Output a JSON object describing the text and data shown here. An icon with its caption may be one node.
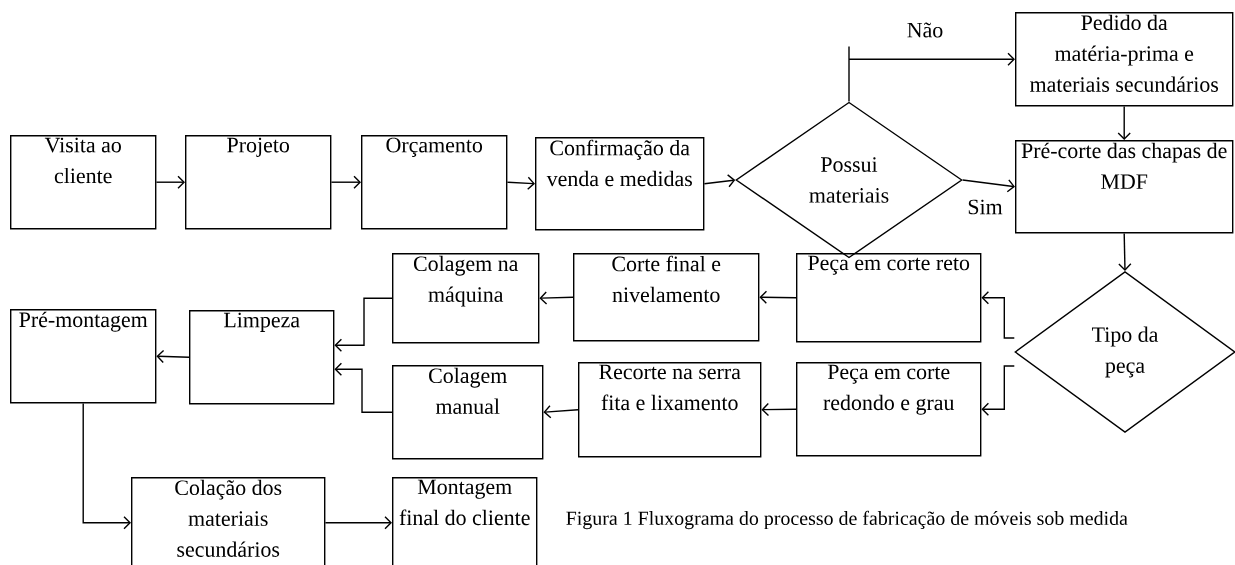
{
  "diagram": {
    "caption": "Figura 1 Fluxograma do processo de fabricação de móveis sob medida",
    "nodes": [
      {
        "text": [
          "Visita ao cliente"
        ]
      },
      {
        "text": [
          "Projeto"
        ]
      },
      {
        "text": [
          "Orçamento"
        ]
      },
      {
        "text": [
          "Confirmação da venda e medidas"
        ]
      },
      {
        "text": [
          "Possui materiais"
        ]
      },
      {
        "text": [
          "Pedido da matéria-prima e materiais secundários"
        ]
      },
      {
        "text": [
          "Pré-corte das chapas de MDF"
        ]
      },
      {
        "text": [
          "Tipo da peça"
        ]
      },
      {
        "text": [
          "Peça em corte reto"
        ]
      },
      {
        "text": [
          "Corte final e nivelamento"
        ]
      },
      {
        "text": [
          "Colagem na máquina"
        ]
      },
      {
        "text": [
          "Peça em corte redondo e grau"
        ]
      },
      {
        "text": [
          "Recorte na serra fita e lixamento"
        ]
      },
      {
        "text": [
          "Colagem manual"
        ]
      },
      {
        "text": [
          "Limpeza"
        ]
      },
      {
        "text": [
          "Pré-montagem"
        ]
      },
      {
        "text": [
          "Colação dos materiais secundários"
        ]
      },
      {
        "text": [
          "Montagem final do cliente"
        ]
      }
    ],
    "edges": [
      {
        "from": 0,
        "to": 1,
        "arrow": "to"
      },
      {
        "from": 1,
        "to": 2,
        "arrow": "to"
      },
      {
        "from": 2,
        "to": 3,
        "arrow": "to"
      },
      {
        "from": 3,
        "to": 4,
        "arrow": "to"
      },
      {
        "from": 4,
        "to": 5,
        "arrow": "to",
        "label": "Não"
      },
      {
        "from": 4,
        "to": 6,
        "arrow": "to",
        "label": "Sim"
      },
      {
        "from": 5,
        "to": 6,
        "arrow": "to"
      },
      {
        "from": 6,
        "to": 7,
        "arrow": "to"
      },
      {
        "from": 7,
        "to": 8,
        "arrow": "to"
      },
      {
        "from": 7,
        "to": 11,
        "arrow": "to"
      },
      {
        "from": 8,
        "to": 9,
        "arrow": "to"
      },
      {
        "from": 9,
        "to": 10,
        "arrow": "to"
      },
      {
        "from": 11,
        "to": 12,
        "arrow": "to"
      },
      {
        "from": 12,
        "to": 13,
        "arrow": "to"
      },
      {
        "from": 10,
        "to": 14,
        "arrow": "to"
      },
      {
        "from": 13,
        "to": 14,
        "arrow": "to"
      },
      {
        "from": 14,
        "to": 15,
        "arrow": "to"
      },
      {
        "from": 15,
        "to": 16,
        "arrow": "to"
      },
      {
        "from": 16,
        "to": 17,
        "arrow": "to"
      }
    ]
  }
}
